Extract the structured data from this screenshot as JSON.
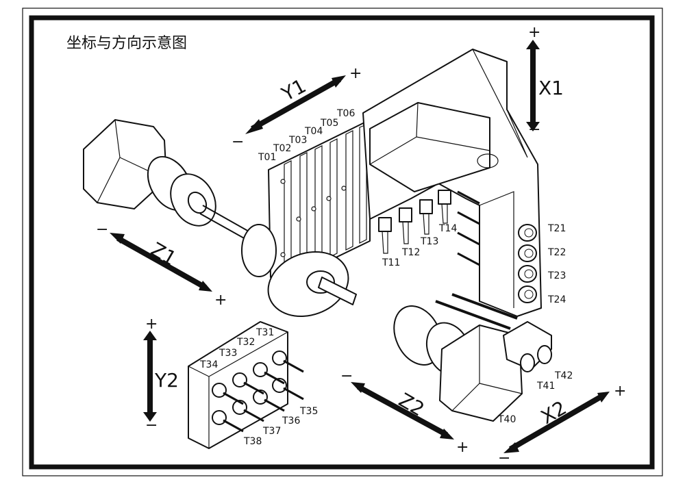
{
  "title": "坐标与方向示意图",
  "axes": {
    "X1": {
      "label": "X1",
      "plus": "+",
      "minus": "−"
    },
    "Y1": {
      "label": "Y1",
      "plus": "+",
      "minus": "−"
    },
    "Z1": {
      "label": "Z1",
      "plus": "+",
      "minus": "−"
    },
    "Y2": {
      "label": "Y2",
      "plus": "+",
      "minus": "−"
    },
    "Z2": {
      "label": "Z2",
      "plus": "+",
      "minus": "−"
    },
    "X2": {
      "label": "X2",
      "plus": "+",
      "minus": "−"
    }
  },
  "tools": {
    "T01": "T01",
    "T02": "T02",
    "T03": "T03",
    "T04": "T04",
    "T05": "T05",
    "T06": "T06",
    "T11": "T11",
    "T12": "T12",
    "T13": "T13",
    "T14": "T14",
    "T21": "T21",
    "T22": "T22",
    "T23": "T23",
    "T24": "T24",
    "T31": "T31",
    "T32": "T32",
    "T33": "T33",
    "T34": "T34",
    "T35": "T35",
    "T36": "T36",
    "T37": "T37",
    "T38": "T38",
    "T40": "T40",
    "T41": "T41",
    "T42": "T42"
  }
}
